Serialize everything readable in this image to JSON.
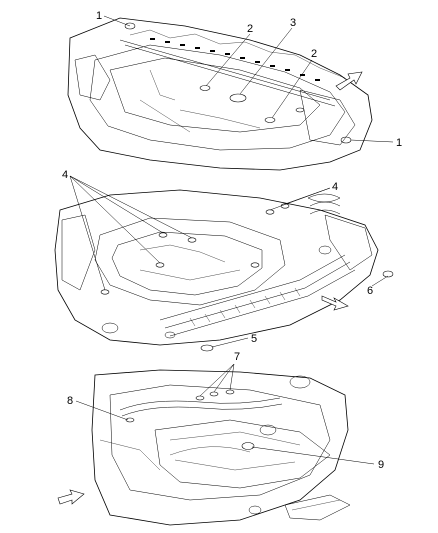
{
  "diagram": {
    "panels": [
      {
        "id": "top",
        "callouts": [
          "1",
          "2",
          "3",
          "2",
          "1"
        ]
      },
      {
        "id": "middle",
        "callouts": [
          "4",
          "4",
          "6",
          "5"
        ]
      },
      {
        "id": "bottom",
        "callouts": [
          "7",
          "8",
          "9"
        ]
      }
    ],
    "direction_arrow_icon": "front-direction-arrow-icon"
  }
}
